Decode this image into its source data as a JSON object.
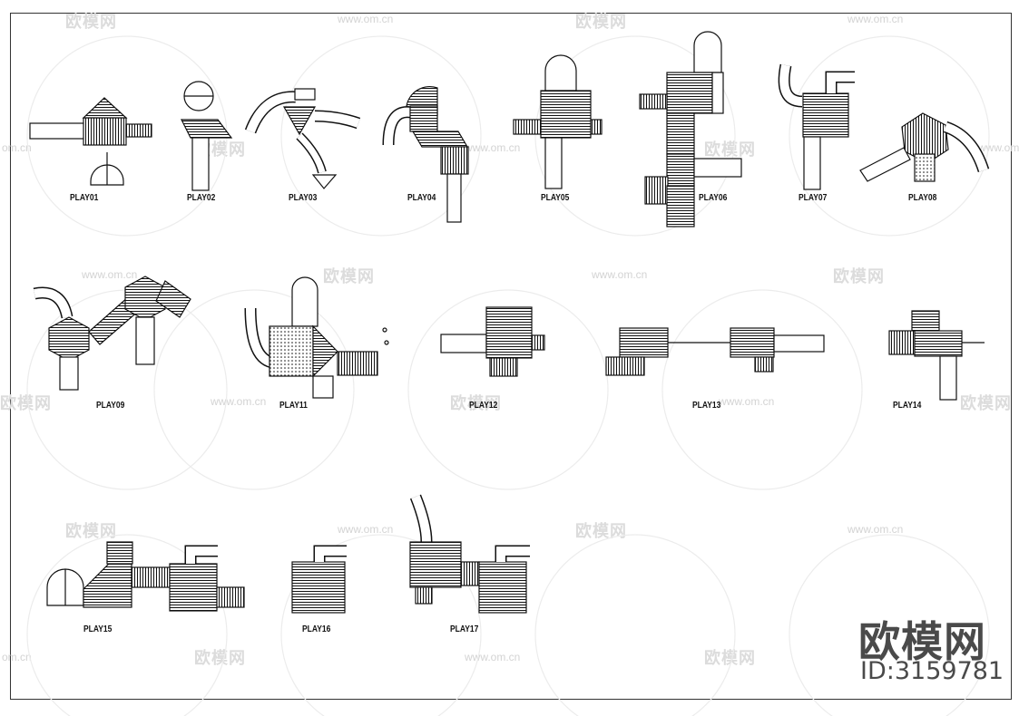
{
  "labels": [
    "PLAY01",
    "PLAY02",
    "PLAY03",
    "PLAY04",
    "PLAY05",
    "PLAY06",
    "PLAY07",
    "PLAY08",
    "PLAY09",
    "PLAY11",
    "PLAY12",
    "PLAY13",
    "PLAY14",
    "PLAY15",
    "PLAY16",
    "PLAY17"
  ],
  "watermark": {
    "url": "www.om.cn",
    "cn": "欧模网",
    "url_partial": "om.cn"
  },
  "brand": {
    "name": "欧模网",
    "id": "ID:3159781"
  }
}
